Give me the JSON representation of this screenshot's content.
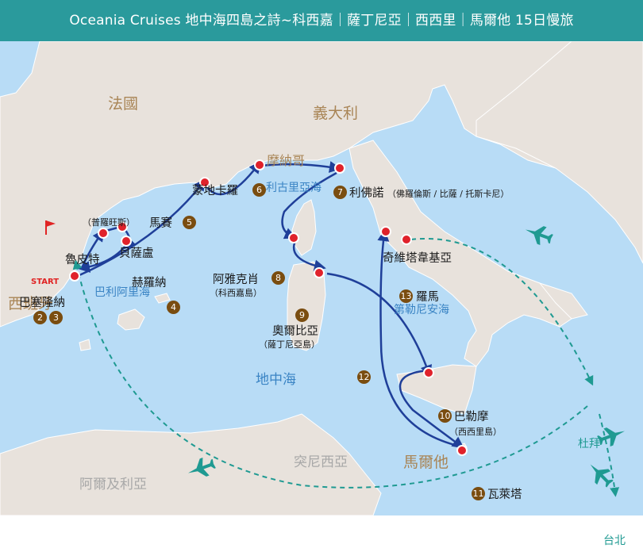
{
  "title": "Oceania Cruises 地中海四島之詩~科西嘉｜薩丁尼亞｜西西里｜馬爾他 15日慢旅",
  "colors": {
    "header_bg": "#2a9a9c",
    "sea": "#b8dcf6",
    "land": "#e8e2dc",
    "route": "#1f3f99",
    "flight": "#1f9a92",
    "stop_marker": "#e0222b",
    "day_badge": "#7a4d10",
    "country_label": "#a98556",
    "sea_label": "#3a84c4"
  },
  "countries": {
    "france": "法國",
    "italy": "義大利",
    "monaco": "摩納哥",
    "spain": "西班牙",
    "algeria": "阿爾及利亞",
    "tunisia": "突尼西亞",
    "malta": "馬爾他"
  },
  "seas": {
    "ligurian": "利古里亞海",
    "balearic": "巴利阿里海",
    "tyrrhenian": "第勒尼安海",
    "mediterranean": "地中海"
  },
  "ports": {
    "barcelona": {
      "name": "巴塞隆納",
      "days": [
        "2",
        "3"
      ]
    },
    "figueres": {
      "name": "魯皮特"
    },
    "besalu": {
      "name": "貝薩盧"
    },
    "girona": {
      "name": "赫羅納"
    },
    "marseille": {
      "name": "馬賽",
      "region": "（普羅旺斯）",
      "day": "5"
    },
    "monte_carlo": {
      "name": "蒙地卡羅",
      "day": "6"
    },
    "livorno": {
      "name": "利佛諾",
      "region": "（佛羅倫斯 / 比薩 / 托斯卡尼）",
      "day": "7"
    },
    "ajaccio": {
      "name": "阿雅克肖",
      "region": "（科西嘉島）",
      "day": "8"
    },
    "olbia": {
      "name": "奧爾比亞",
      "region": "（薩丁尼亞島）",
      "day": "9"
    },
    "palermo": {
      "name": "巴勒摩",
      "region": "（西西里島）",
      "day": "10"
    },
    "valletta": {
      "name": "瓦萊塔",
      "day": "11"
    },
    "civitavecchia": {
      "name": "奇維塔韋基亞"
    },
    "rome": {
      "name": "羅馬",
      "day": "13"
    }
  },
  "sea_days": [
    "4",
    "12"
  ],
  "start_label": "START",
  "flights": {
    "dubai": "杜拜",
    "taipei": "台北"
  }
}
